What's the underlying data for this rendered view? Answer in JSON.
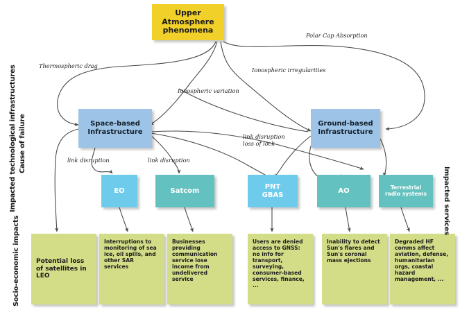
{
  "diagram": {
    "title_node": {
      "label": "Upper Atmosphere\nphenomena",
      "line1": "Upper Atmosphere",
      "line2": "phenomena",
      "color": "#f2d02a"
    },
    "axis_labels": {
      "left_top_line1": "Impacted technological infrastructures",
      "left_top_line2": "Cause of failure",
      "left_bottom": "Socio-economic impacts",
      "right": "Impacted services"
    },
    "infrastructure_nodes": [
      {
        "id": "space-based-infrastructure",
        "line1": "Space-based",
        "line2": "Infrastructure",
        "color": "#9dc3e6"
      },
      {
        "id": "ground-based-infrastructure",
        "line1": "Ground-based",
        "line2": "Infrastructure",
        "color": "#9dc3e6"
      }
    ],
    "service_nodes": [
      {
        "id": "eo",
        "line1": "EO",
        "line2": "",
        "color": "#6fcbeb"
      },
      {
        "id": "satcom",
        "line1": "Satcom",
        "line2": "",
        "color": "#63c2bf"
      },
      {
        "id": "pnt-gbas",
        "line1": "PNT",
        "line2": "GBAS",
        "color": "#6fcbeb"
      },
      {
        "id": "ao",
        "line1": "AO",
        "line2": "",
        "color": "#63c2bf"
      },
      {
        "id": "terrestrial-radio-systems",
        "line1": "Terrestrial",
        "line2": "radio systems",
        "color": "#63c2bf"
      }
    ],
    "impact_nodes": [
      {
        "id": "potential-loss-of-satellites",
        "text": "Potential loss of satellites in LEO",
        "color": "#d3dd88"
      },
      {
        "id": "interruptions-to-monitoring",
        "text": "Interruptions to monitoring of sea ice, oil spills, and other SAR services",
        "color": "#d3dd88"
      },
      {
        "id": "businesses-lose-income",
        "text": "Businesses providing communication service lose income from undelivered service",
        "color": "#d3dd88"
      },
      {
        "id": "users-denied-gnss",
        "text": "Users are denied access to GNSS: no info for transport, surveying, consumer-based services, finance, ...",
        "color": "#d3dd88"
      },
      {
        "id": "inability-to-detect-sun",
        "text": "Inability to detect Sun's flares and Sun's coronal mass ejections",
        "color": "#d3dd88"
      },
      {
        "id": "degraded-hf-comms",
        "text": "Degraded HF comms affect aviation, defense, humanitarian orgs, coastal hazard management, ...",
        "color": "#d3dd88"
      }
    ],
    "edge_labels": [
      {
        "id": "thermospheric-drag",
        "text": "Thermospheric drag"
      },
      {
        "id": "polar-cap-absorption",
        "text": "Polar Cap Absorption"
      },
      {
        "id": "ionospheric-irregularities",
        "text": "Ionospheric irregularities"
      },
      {
        "id": "ionospheric-variation",
        "text": "Ionospheric variation"
      },
      {
        "id": "link-disruption-eo",
        "text": "link disruption"
      },
      {
        "id": "link-disruption-satcom",
        "text": "link disruption"
      },
      {
        "id": "link-disruption-loss-of-lock-1",
        "text": "link disruption"
      },
      {
        "id": "link-disruption-loss-of-lock-2",
        "text": "loss of lock"
      }
    ]
  }
}
